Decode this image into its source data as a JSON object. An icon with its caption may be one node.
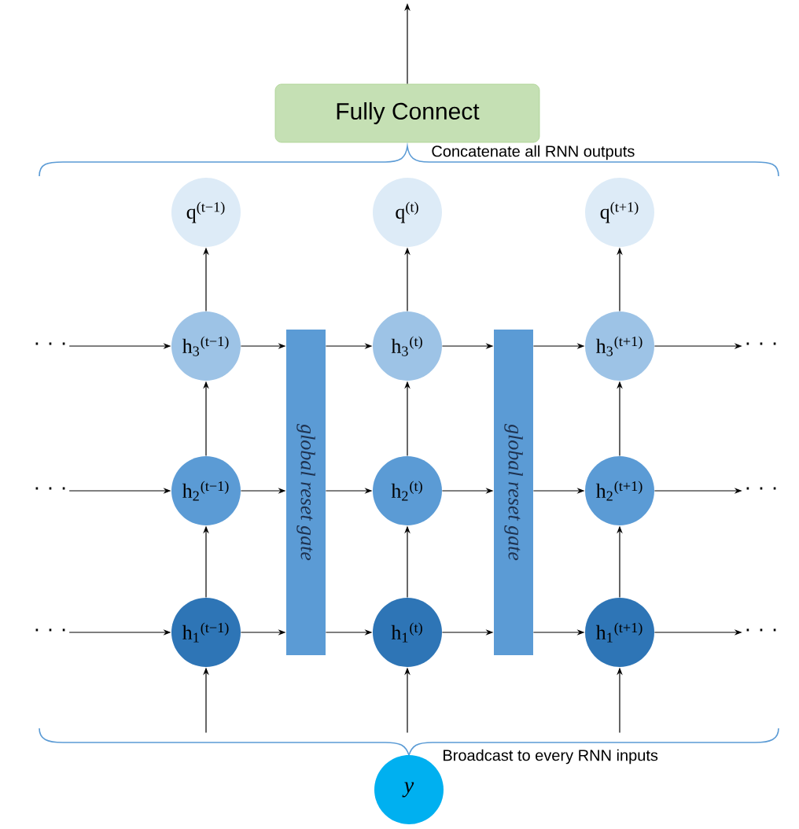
{
  "diagram": {
    "nodes": [
      {
        "text": [
          "Fully Connect"
        ]
      },
      {
        "text": [
          "q$^{(t−1)}$"
        ]
      },
      {
        "text": [
          "q$^{(t)}$"
        ]
      },
      {
        "text": [
          "q$^{(t+1)}$"
        ]
      },
      {
        "text": [
          "h$_{3}$$^{(t−1)}$"
        ]
      },
      {
        "text": [
          "h$_{3}$$^{(t)}$"
        ]
      },
      {
        "text": [
          "h$_{3}$$^{(t+1)}$"
        ]
      },
      {
        "text": [
          "global reset gate"
        ]
      },
      {
        "text": [
          "global reset gate"
        ]
      },
      {
        "text": [
          "h$_{2}$$^{(t−1)}$"
        ]
      },
      {
        "text": [
          "h$_{2}$$^{(t)}$"
        ]
      },
      {
        "text": [
          "h$_{2}$$^{(t+1)}$"
        ]
      },
      {
        "text": [
          "h$_{1}$$^{(t−1)}$"
        ]
      },
      {
        "text": [
          "h$_{1}$$^{(t)}$"
        ]
      },
      {
        "text": [
          "h$_{1}$$^{(t+1)}$"
        ]
      },
      {
        "text": [
          "y"
        ]
      },
      {
        "text": [
          "· · ·"
        ]
      },
      {
        "text": [
          "· · ·"
        ]
      },
      {
        "text": [
          "· · ·"
        ]
      },
      {
        "text": [
          "· · ·"
        ]
      },
      {
        "text": [
          "· · ·"
        ]
      },
      {
        "text": [
          "· · ·"
        ]
      }
    ],
    "edges": [
      {
        "from": 0,
        "to": null,
        "arrow": "to"
      },
      {
        "from": 4,
        "to": 1,
        "arrow": "to"
      },
      {
        "from": 5,
        "to": 2,
        "arrow": "to"
      },
      {
        "from": 6,
        "to": 3,
        "arrow": "to"
      },
      {
        "from": 9,
        "to": 4,
        "arrow": "to"
      },
      {
        "from": 10,
        "to": 5,
        "arrow": "to"
      },
      {
        "from": 11,
        "to": 6,
        "arrow": "to"
      },
      {
        "from": 12,
        "to": 9,
        "arrow": "to"
      },
      {
        "from": 13,
        "to": 10,
        "arrow": "to"
      },
      {
        "from": 14,
        "to": 11,
        "arrow": "to"
      },
      {
        "from": 15,
        "to": 12,
        "arrow": "to"
      },
      {
        "from": 15,
        "to": 13,
        "arrow": "to"
      },
      {
        "from": 15,
        "to": 14,
        "arrow": "to"
      },
      {
        "from": 16,
        "to": 4,
        "arrow": "to"
      },
      {
        "from": 4,
        "to": 7,
        "arrow": "to"
      },
      {
        "from": 7,
        "to": 5,
        "arrow": "to"
      },
      {
        "from": 5,
        "to": 8,
        "arrow": "to"
      },
      {
        "from": 8,
        "to": 6,
        "arrow": "to"
      },
      {
        "from": 6,
        "to": 19,
        "arrow": "to"
      },
      {
        "from": 17,
        "to": 9,
        "arrow": "to"
      },
      {
        "from": 9,
        "to": 7,
        "arrow": "to"
      },
      {
        "from": 7,
        "to": 10,
        "arrow": "to"
      },
      {
        "from": 10,
        "to": 8,
        "arrow": "to"
      },
      {
        "from": 8,
        "to": 11,
        "arrow": "to"
      },
      {
        "from": 11,
        "to": 20,
        "arrow": "to"
      },
      {
        "from": 18,
        "to": 12,
        "arrow": "to"
      },
      {
        "from": 12,
        "to": 7,
        "arrow": "to"
      },
      {
        "from": 7,
        "to": 13,
        "arrow": "to"
      },
      {
        "from": 13,
        "to": 8,
        "arrow": "to"
      },
      {
        "from": 8,
        "to": 14,
        "arrow": "to"
      },
      {
        "from": 14,
        "to": 21,
        "arrow": "to"
      }
    ],
    "labels": [
      "Concatenate all RNN outputs",
      "Broadcast to every RNN inputs"
    ]
  }
}
